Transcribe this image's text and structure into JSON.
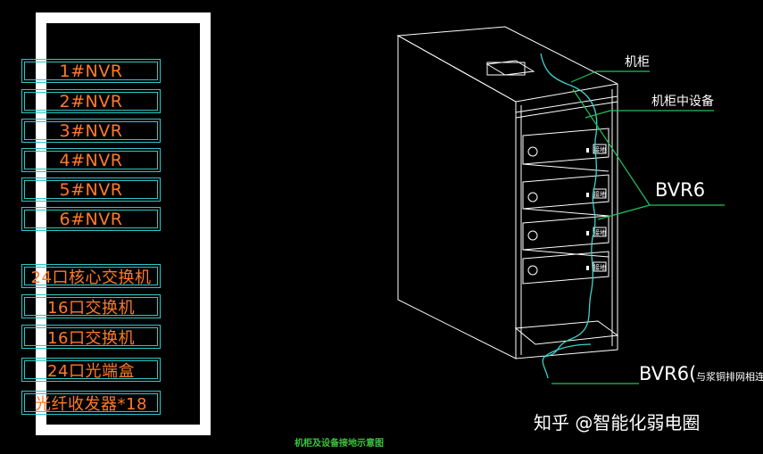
{
  "left_panel": {
    "devices": [
      {
        "label": "1#NVR"
      },
      {
        "label": "2#NVR"
      },
      {
        "label": "3#NVR"
      },
      {
        "label": "4#NVR"
      },
      {
        "label": "5#NVR"
      },
      {
        "label": "6#NVR"
      },
      {
        "label": "24口核心交换机"
      },
      {
        "label": "16口交换机"
      },
      {
        "label": "16口交换机"
      },
      {
        "label": "24口光端盒"
      },
      {
        "label": "光纤收发器*18"
      }
    ],
    "caption": "机柜及设备接地示意图"
  },
  "diagram": {
    "labels": {
      "cabinet": "机柜",
      "cabinet_equipment": "机柜中设备",
      "bvr6": "BVR6",
      "bvr6_bottom": "BVR6(",
      "bvr6_bottom_note": "与浆铜排网相连)"
    },
    "device_tag": "接地"
  },
  "watermark": "知乎 @智能化弱电圈",
  "colors": {
    "background": "#000000",
    "device_border": "#2fc7c7",
    "device_text": "#ff7a2a",
    "line_green": "#22c35a",
    "cable_cyan": "#3fd2c8",
    "caption_green": "#3cc43c"
  }
}
